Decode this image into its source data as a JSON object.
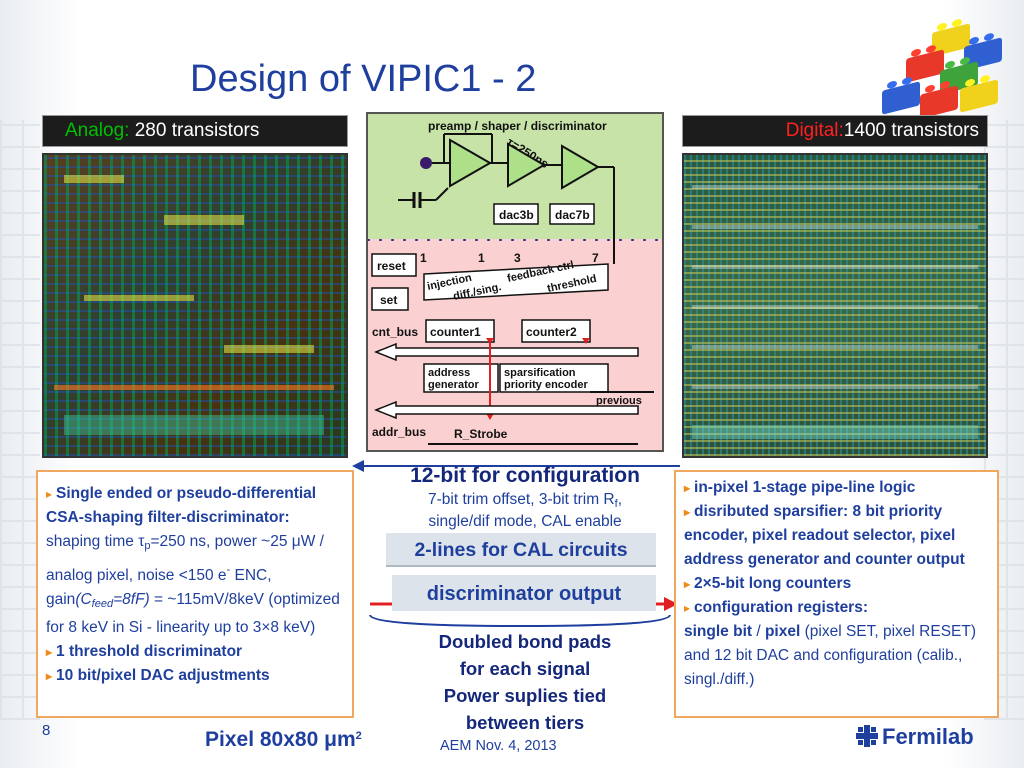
{
  "slide": {
    "title": "Design of VIPIC1 - 2",
    "page_number": "8",
    "date": "AEM Nov. 4, 2013",
    "logo_text": "Fermilab",
    "pixel_size_label": "Pixel 80x80 ",
    "pixel_size_unit": "μm",
    "pixel_size_exp": "2"
  },
  "analog_panel": {
    "label": "Analog:",
    "count": " 280 transistors",
    "label_color": "#00c000"
  },
  "digital_panel": {
    "label": "Digital:",
    "count": "1400 transistors",
    "label_color": "#ff2020"
  },
  "schematic": {
    "top_label": "preamp / shaper / discriminator",
    "tau": "τ=250ns",
    "dac3b": "dac3b",
    "dac7b": "dac7b",
    "bit1a": "1",
    "bit1b": "1",
    "bit3": "3",
    "bit7": "7",
    "reset": "reset",
    "set": "set",
    "injection": "injection",
    "diff_sing": "diff./sing.",
    "feedback_ctrl": "feedback ctrl",
    "threshold": "threshold",
    "cnt_bus": "cnt_bus",
    "counter1": "counter1",
    "counter2": "counter2",
    "address": "address",
    "generator": "generator",
    "sparsification": "sparsification",
    "priority_encoder": "priority encoder",
    "previous": "previous",
    "addr_bus": "addr_bus",
    "r_strobe": "R_Strobe"
  },
  "left_box": {
    "b1_bold": "Single ended or pseudo-differential CSA-shaping filter-discriminator:",
    "b1_text_a": " shaping time ",
    "tau_sym": "τ",
    "tau_sub": "p",
    "b1_text_b": "=250 ns, power ~25 ",
    "mu_sym": "μ",
    "b1_text_c": "W / analog pixel, noise <150 e",
    "e_sup": "-",
    "b1_text_d": " ENC, gain",
    "cfeed_a": "(C",
    "cfeed_sub": "feed",
    "cfeed_b": "=8fF)",
    "b1_text_e": " = ~115mV/8keV (optimized for 8 keV in Si - linearity up to 3×8 keV)",
    "b2": "1 threshold discriminator",
    "b3": "10 bit/pixel DAC adjustments"
  },
  "right_box": {
    "r1": "in-pixel 1-stage pipe-line logic",
    "r2": "disributed sparsifier: 8 bit priority encoder, pixel readout selector, pixel address generator and counter output",
    "r3": "2×5-bit long counters",
    "r4_bold": "configuration registers:",
    "r4_bold2": "single bit",
    "r4_sep": " / ",
    "r4_bold3": "pixel",
    "r4_text": " (pixel SET, pixel RESET) and 12 bit DAC and configuration (calib., singl./diff.)"
  },
  "middle": {
    "config_title": "12-bit for configuration",
    "config_sub_a": "7-bit trim offset, 3-bit trim R",
    "config_sub_f": "f",
    "config_sub_b": ",",
    "config_sub_c": "single/dif mode, CAL enable",
    "cal_lines": "2-lines for CAL circuits",
    "disc_output": "discriminator output",
    "doubled_1": "Doubled bond pads",
    "doubled_2": "for each signal",
    "power_1": "Power suplies tied",
    "power_2": "between tiers"
  },
  "colors": {
    "title_blue": "#1f3f9e",
    "arrow_red": "#e02020",
    "box_border": "#f0a860",
    "bullet_orange": "#f08a1e"
  },
  "icons": [
    "lego-bricks-icon",
    "fermilab-logo-icon",
    "bullet-triangle-icon"
  ]
}
